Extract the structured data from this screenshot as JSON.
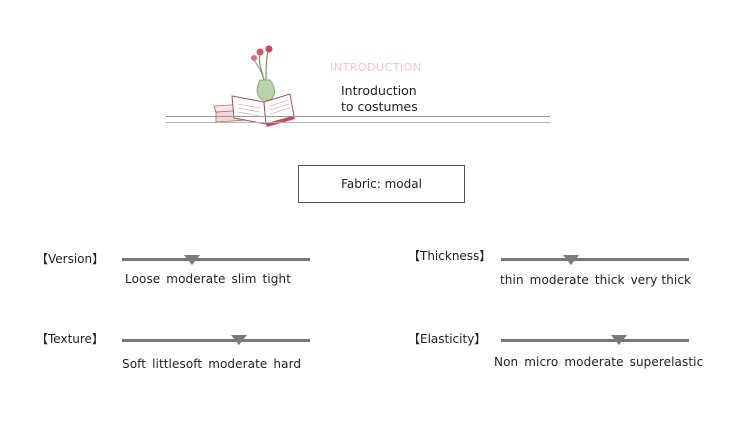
{
  "header": {
    "ghost_title": "INTRODUCTION",
    "title_line1": "Introduction",
    "title_line2": "to costumes"
  },
  "fabric": {
    "text": "Fabric: modal"
  },
  "attributes": [
    {
      "label": "【Version】",
      "options": [
        "Loose",
        "moderate",
        "slim",
        "tight"
      ],
      "level": 0.37
    },
    {
      "label": "【Thickness】",
      "options": [
        "thin",
        "moderate",
        "thick",
        "very thick"
      ],
      "level": 0.37
    },
    {
      "label": "【Texture】",
      "options": [
        "Soft",
        "littlesoft",
        "moderate",
        "hard"
      ],
      "level": 0.62
    },
    {
      "label": "【Elasticity】",
      "options": [
        "Non",
        "micro",
        "moderate",
        "superelastic"
      ],
      "level": 0.63
    }
  ],
  "colors": {
    "track": "#777777",
    "marker": "#7a7a7a",
    "ghost": "#f3c7c3"
  },
  "icons": [
    "flower-vase-icon",
    "open-book-icon"
  ]
}
